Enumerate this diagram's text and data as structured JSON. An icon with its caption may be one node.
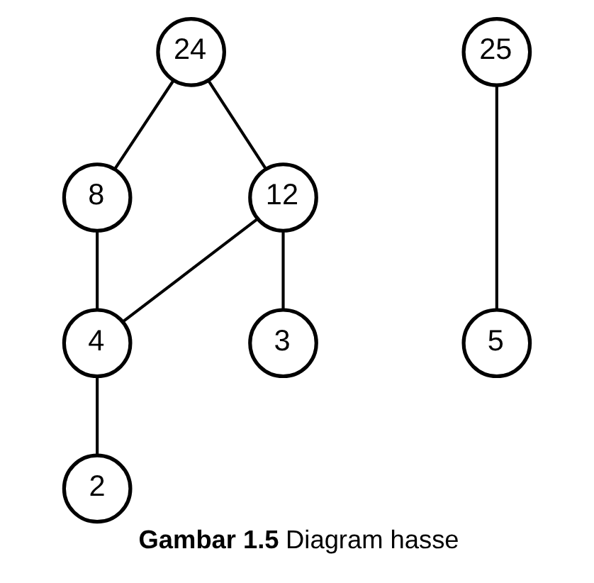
{
  "diagram": {
    "caption": "**Gambar 1.5** Diagram hasse",
    "nodes": [
      {
        "text": [
          "24"
        ]
      },
      {
        "text": [
          "8"
        ]
      },
      {
        "text": [
          "12"
        ]
      },
      {
        "text": [
          "4"
        ]
      },
      {
        "text": [
          "3"
        ]
      },
      {
        "text": [
          "2"
        ]
      },
      {
        "text": [
          "25"
        ]
      },
      {
        "text": [
          "5"
        ]
      }
    ],
    "edges": [
      {
        "from": 0,
        "to": 1,
        "arrow": "none"
      },
      {
        "from": 0,
        "to": 2,
        "arrow": "none"
      },
      {
        "from": 1,
        "to": 3,
        "arrow": "none"
      },
      {
        "from": 2,
        "to": 3,
        "arrow": "none"
      },
      {
        "from": 2,
        "to": 4,
        "arrow": "none"
      },
      {
        "from": 3,
        "to": 5,
        "arrow": "none"
      },
      {
        "from": 6,
        "to": 7,
        "arrow": "none"
      }
    ]
  }
}
